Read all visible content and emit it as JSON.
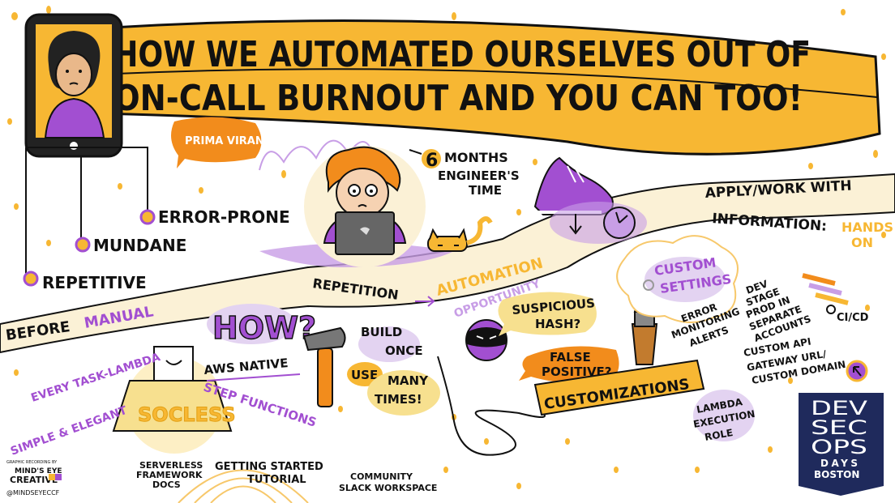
{
  "title": {
    "line1": "HOW WE AUTOMATED OURSELVES OUT OF",
    "line2": "ON-CALL BURNOUT AND YOU CAN TOO!"
  },
  "speaker": "PRIMA VIRANI",
  "pain_points": [
    "ERROR-PRONE",
    "MUNDANE",
    "REPETITIVE"
  ],
  "time_note": {
    "number": "6",
    "line1": "MONTHS",
    "line2": "ENGINEER'S",
    "line3": "TIME"
  },
  "apply_note": {
    "line1": "APPLY/WORK WITH",
    "line2": "INFORMATION:",
    "line3": "HANDS",
    "line4": "ON"
  },
  "flow": {
    "before": "BEFORE",
    "manual": "MANUAL",
    "repetition": "REPETITION",
    "automation": "AUTOMATION",
    "opportunity": "OPPORTUNITY"
  },
  "how": "HOW?",
  "socless": {
    "name": "SOCLESS",
    "every_task": "EVERY TASK-LAMBDA",
    "simple": "SIMPLE & ELEGANT",
    "aws_native": "AWS NATIVE",
    "step_functions": "STEP FUNCTIONS"
  },
  "build_use": {
    "build": "BUILD",
    "once": "ONCE",
    "use": "USE",
    "many": "MANY",
    "times": "TIMES!"
  },
  "questions": {
    "suspicious1": "SUSPICIOUS",
    "suspicious2": "HASH?",
    "false1": "FALSE",
    "false2": "POSITIVE?"
  },
  "customizations": "CUSTOMIZATIONS",
  "custom_settings": {
    "line1": "CUSTOM",
    "line2": "SETTINGS",
    "error1": "ERROR",
    "error2": "MONITORING",
    "error3": "ALERTS",
    "dev1": "DEV",
    "dev2": "STAGE",
    "dev3": "PROD IN",
    "dev4": "SEPARATE",
    "dev5": "ACCOUNTS",
    "cicd": "CI/CD",
    "api1": "CUSTOM API",
    "api2": "GATEWAY URL/",
    "api3": "CUSTOM DOMAIN",
    "lambda1": "LAMBDA",
    "lambda2": "EXECUTION",
    "lambda3": "ROLE"
  },
  "resources": {
    "serverless1": "SERVERLESS",
    "serverless2": "FRAMEWORK",
    "serverless3": "DOCS",
    "getting1": "GETTING STARTED",
    "getting2": "TUTORIAL",
    "community1": "COMMUNITY",
    "community2": "SLACK WORKSPACE"
  },
  "event_logo": {
    "l1": "DEV",
    "l2": "SEC",
    "l3": "OPS",
    "l4": "DAYS",
    "l5": "BOSTON"
  },
  "credit": {
    "line1": "GRAPHIC RECORDING BY",
    "line2": "MIND'S EYE",
    "line3": "CREATIVE",
    "handle": "@MINDSEYECCF"
  },
  "colors": {
    "yellow": "#f7b733",
    "orange": "#f28c1c",
    "purple": "#a24fd1",
    "lilac": "#e3d3f1",
    "navy": "#1f2a5c",
    "cream": "#fbf1d6"
  }
}
